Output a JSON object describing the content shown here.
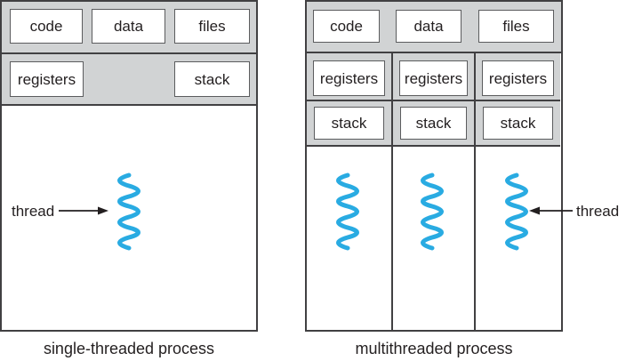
{
  "left_panel": {
    "code": "code",
    "data": "data",
    "files": "files",
    "registers": "registers",
    "stack": "stack",
    "thread": "thread",
    "caption": "single-threaded process"
  },
  "right_panel": {
    "code": "code",
    "data": "data",
    "files": "files",
    "columns": [
      {
        "registers": "registers",
        "stack": "stack"
      },
      {
        "registers": "registers",
        "stack": "stack"
      },
      {
        "registers": "registers",
        "stack": "stack"
      }
    ],
    "thread": "thread",
    "caption": "multithreaded process"
  },
  "colors": {
    "thread_wave": "#29ABE2",
    "section_fill": "#D1D3D4",
    "structure_line": "#414042",
    "box_border": "#5B5C5E",
    "text": "#231F20"
  }
}
